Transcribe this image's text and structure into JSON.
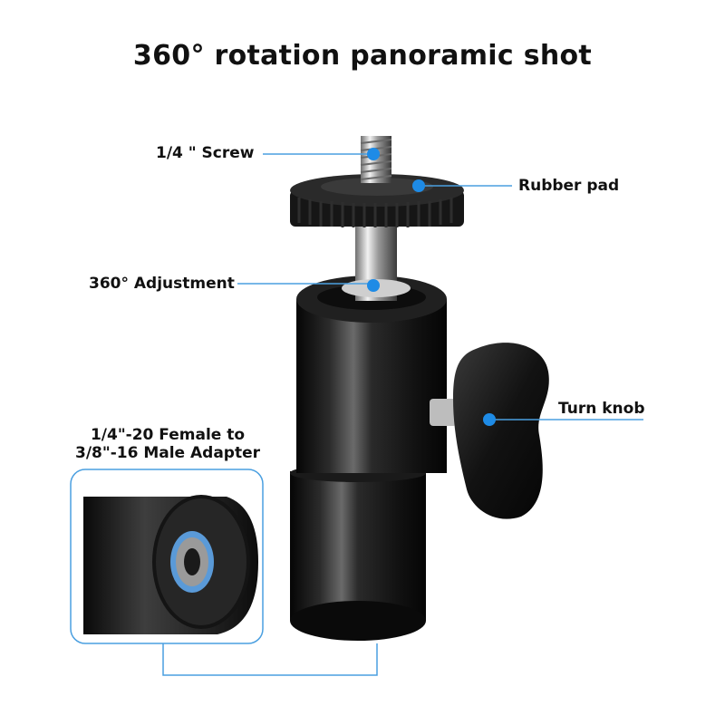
{
  "title": "360° rotation panoramic shot",
  "labels": {
    "screw": "1/4 \"  Screw",
    "rubber_pad": "Rubber pad",
    "adjustment": "360° Adjustment",
    "turn_knob": "Turn knob",
    "adapter_line1": "1/4\"-20 Female to",
    "adapter_line2": "3/8\"-16 Male Adapter"
  },
  "colors": {
    "callout_line": "#4a9fe0",
    "callout_dot": "#1e8be6",
    "body": "#1a1a1a"
  }
}
